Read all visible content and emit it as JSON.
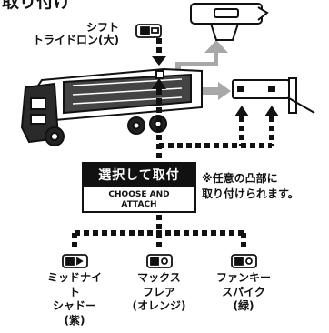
{
  "title": "取り付け",
  "shift_name": {
    "line1": "シフト",
    "line2": "トライドロン(大)"
  },
  "choose": {
    "jp": "選択して取付",
    "en_line1": "CHOOSE AND",
    "en_line2": "ATTACH"
  },
  "note": {
    "line1": "※任意の凸部に",
    "line2": "取り付けられます。"
  },
  "options": [
    {
      "line1": "ミッドナイト",
      "line2": "シャドー",
      "line3": "(紫)"
    },
    {
      "line1": "マックス",
      "line2": "フレア",
      "line3": "(オレンジ)"
    },
    {
      "line1": "ファンキー",
      "line2": "スパイク",
      "line3": "(緑)"
    }
  ],
  "colors": {
    "ink": "#111111",
    "arrow_gray": "#a8a8a8",
    "page": "#ffffff"
  }
}
